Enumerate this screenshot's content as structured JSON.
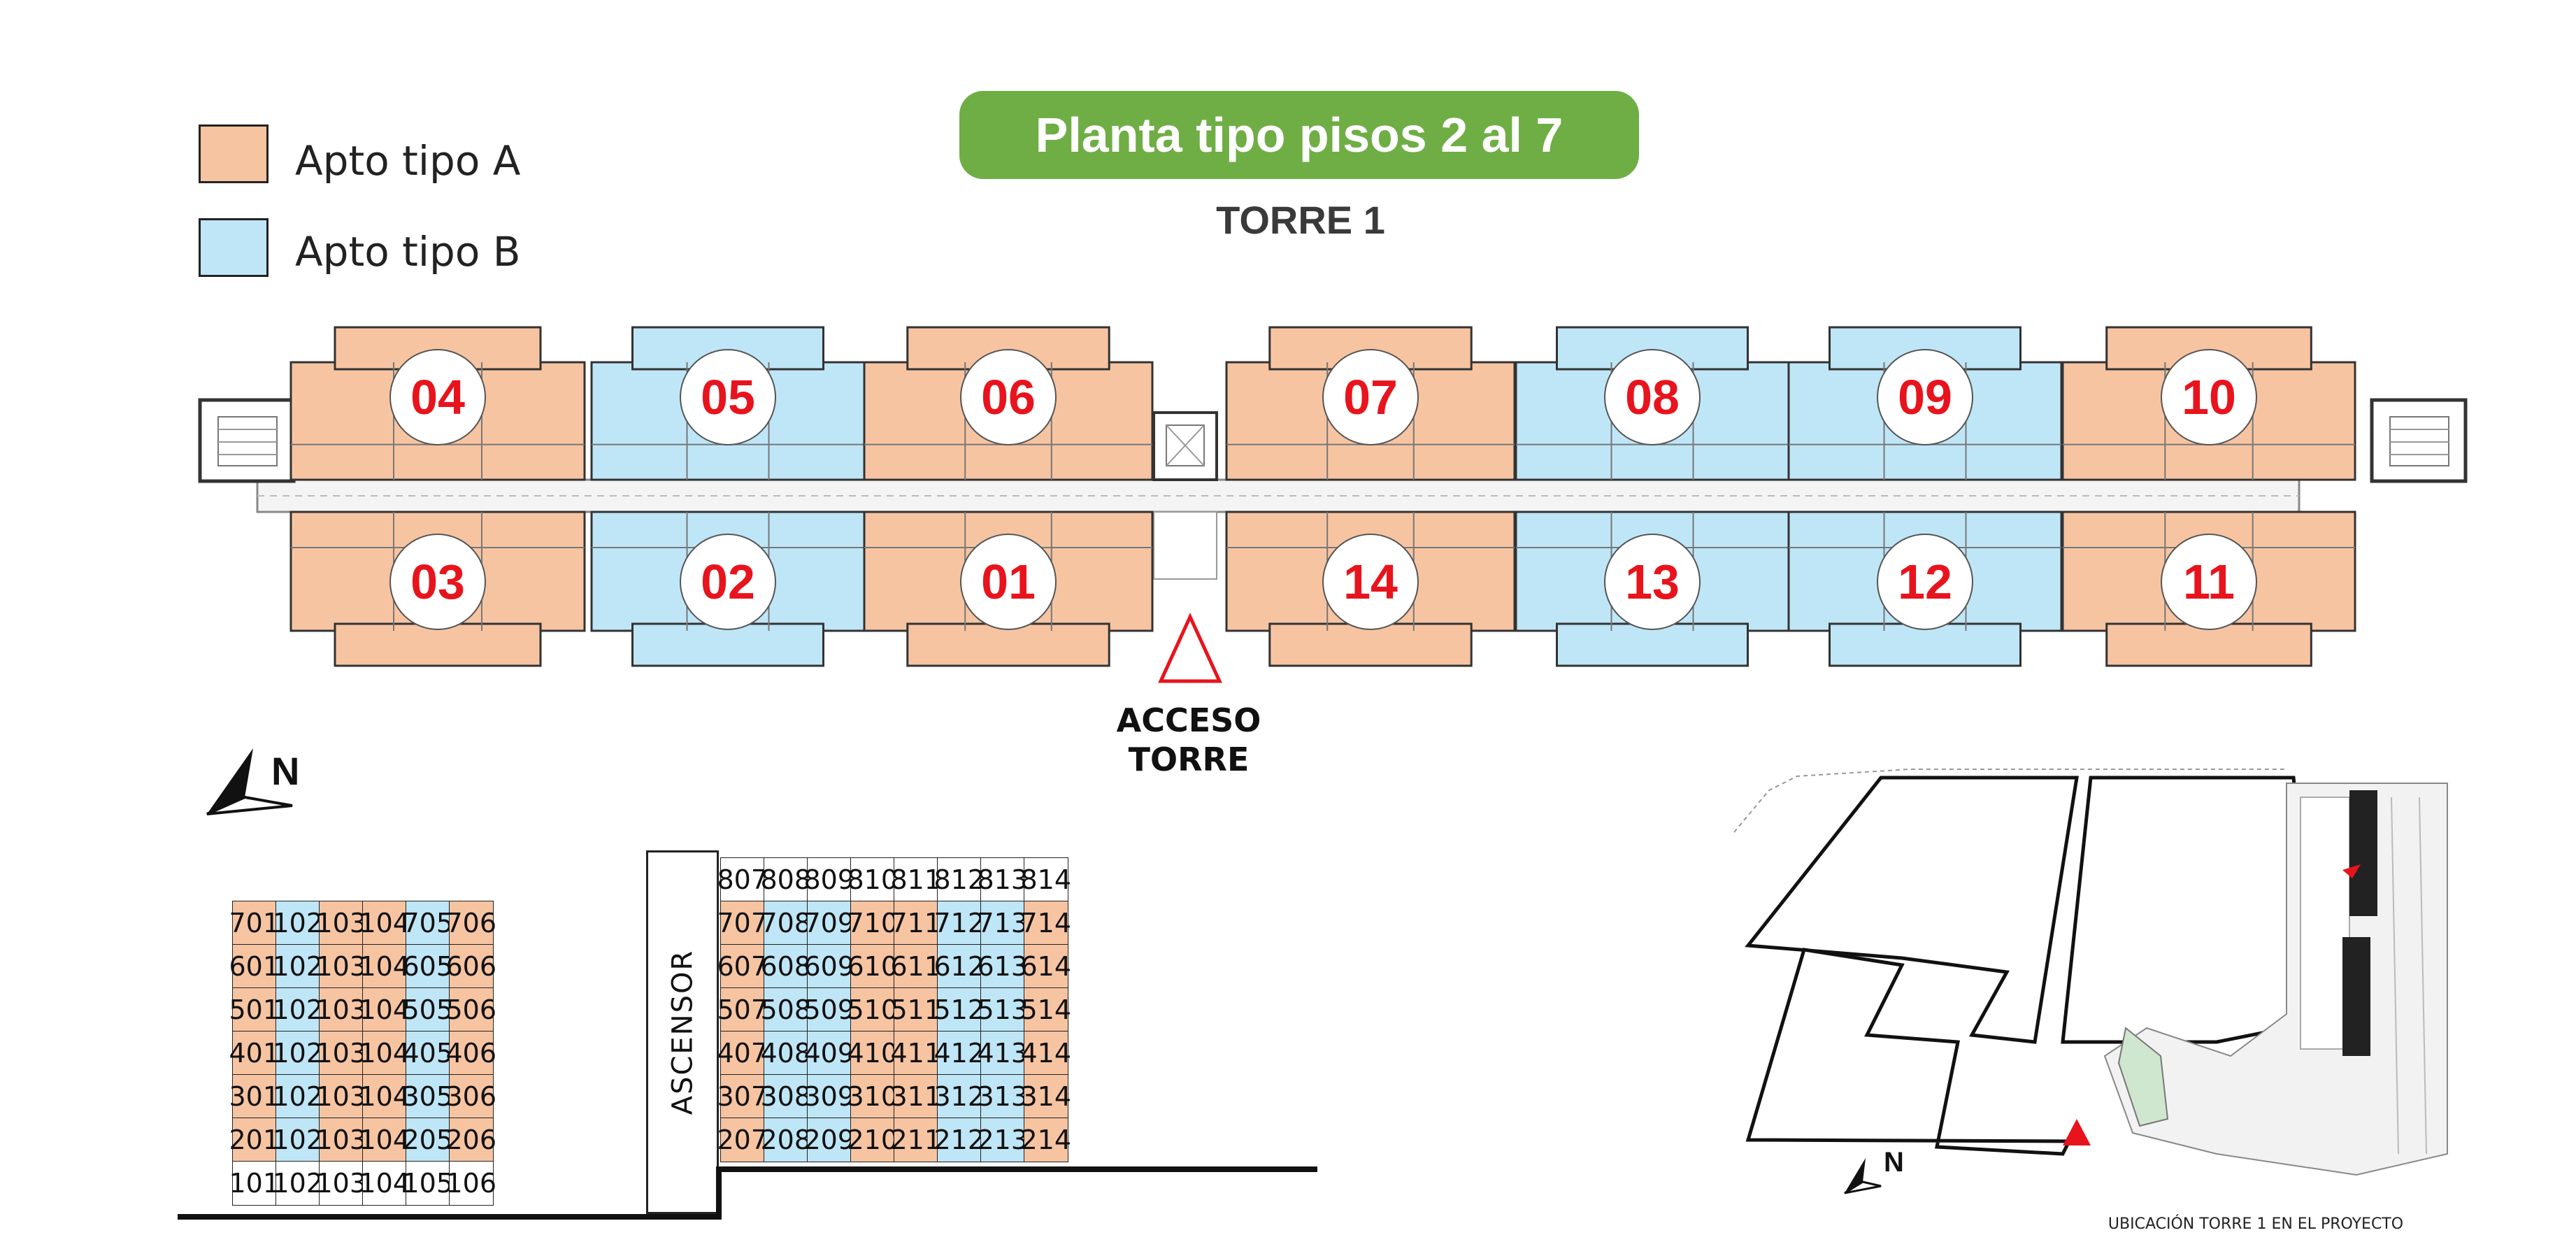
{
  "legend": {
    "items": [
      {
        "label": "Apto tipo A",
        "color": "#f7c4a2"
      },
      {
        "label": "Apto tipo B",
        "color": "#bfe6f7"
      }
    ]
  },
  "title": "Planta tipo pisos 2 al 7",
  "subtitle": "TORRE 1",
  "colors": {
    "type_a": "#f7c4a2",
    "type_b": "#bfe6f7",
    "title_bg": "#6fae45",
    "unit_number": "#e8141d",
    "access_marker": "#e8141d"
  },
  "floor_plan": {
    "top_units": [
      {
        "number": "04",
        "type": "A"
      },
      {
        "number": "05",
        "type": "B"
      },
      {
        "number": "06",
        "type": "A"
      },
      {
        "number": "07",
        "type": "A"
      },
      {
        "number": "08",
        "type": "B"
      },
      {
        "number": "09",
        "type": "B"
      },
      {
        "number": "10",
        "type": "A"
      }
    ],
    "bottom_units": [
      {
        "number": "03",
        "type": "A"
      },
      {
        "number": "02",
        "type": "B"
      },
      {
        "number": "01",
        "type": "A"
      },
      {
        "number": "14",
        "type": "A"
      },
      {
        "number": "13",
        "type": "B"
      },
      {
        "number": "12",
        "type": "B"
      },
      {
        "number": "11",
        "type": "A"
      }
    ],
    "access_label_line1": "ACCESO",
    "access_label_line2": "TORRE"
  },
  "north_label": "N",
  "ascensor_label": "ASCENSOR",
  "table_left": {
    "rows": [
      [
        {
          "v": "701",
          "t": "A"
        },
        {
          "v": "102",
          "t": "B"
        },
        {
          "v": "103",
          "t": "A"
        },
        {
          "v": "104",
          "t": "A"
        },
        {
          "v": "705",
          "t": "B"
        },
        {
          "v": "706",
          "t": "A"
        }
      ],
      [
        {
          "v": "601",
          "t": "A"
        },
        {
          "v": "102",
          "t": "B"
        },
        {
          "v": "103",
          "t": "A"
        },
        {
          "v": "104",
          "t": "A"
        },
        {
          "v": "605",
          "t": "B"
        },
        {
          "v": "606",
          "t": "A"
        }
      ],
      [
        {
          "v": "501",
          "t": "A"
        },
        {
          "v": "102",
          "t": "B"
        },
        {
          "v": "103",
          "t": "A"
        },
        {
          "v": "104",
          "t": "A"
        },
        {
          "v": "505",
          "t": "B"
        },
        {
          "v": "506",
          "t": "A"
        }
      ],
      [
        {
          "v": "401",
          "t": "A"
        },
        {
          "v": "102",
          "t": "B"
        },
        {
          "v": "103",
          "t": "A"
        },
        {
          "v": "104",
          "t": "A"
        },
        {
          "v": "405",
          "t": "B"
        },
        {
          "v": "406",
          "t": "A"
        }
      ],
      [
        {
          "v": "301",
          "t": "A"
        },
        {
          "v": "102",
          "t": "B"
        },
        {
          "v": "103",
          "t": "A"
        },
        {
          "v": "104",
          "t": "A"
        },
        {
          "v": "305",
          "t": "B"
        },
        {
          "v": "306",
          "t": "A"
        }
      ],
      [
        {
          "v": "201",
          "t": "A"
        },
        {
          "v": "102",
          "t": "B"
        },
        {
          "v": "103",
          "t": "A"
        },
        {
          "v": "104",
          "t": "A"
        },
        {
          "v": "205",
          "t": "B"
        },
        {
          "v": "206",
          "t": "A"
        }
      ],
      [
        {
          "v": "101",
          "t": "W"
        },
        {
          "v": "102",
          "t": "W"
        },
        {
          "v": "103",
          "t": "W"
        },
        {
          "v": "104",
          "t": "W"
        },
        {
          "v": "105",
          "t": "W"
        },
        {
          "v": "106",
          "t": "W"
        }
      ]
    ]
  },
  "table_right": {
    "rows": [
      [
        {
          "v": "807",
          "t": "W"
        },
        {
          "v": "808",
          "t": "W"
        },
        {
          "v": "809",
          "t": "W"
        },
        {
          "v": "810",
          "t": "W"
        },
        {
          "v": "811",
          "t": "W"
        },
        {
          "v": "812",
          "t": "W"
        },
        {
          "v": "813",
          "t": "W"
        },
        {
          "v": "814",
          "t": "W"
        }
      ],
      [
        {
          "v": "707",
          "t": "A"
        },
        {
          "v": "708",
          "t": "B"
        },
        {
          "v": "709",
          "t": "B"
        },
        {
          "v": "710",
          "t": "A"
        },
        {
          "v": "711",
          "t": "A"
        },
        {
          "v": "712",
          "t": "B"
        },
        {
          "v": "713",
          "t": "B"
        },
        {
          "v": "714",
          "t": "A"
        }
      ],
      [
        {
          "v": "607",
          "t": "A"
        },
        {
          "v": "608",
          "t": "B"
        },
        {
          "v": "609",
          "t": "B"
        },
        {
          "v": "610",
          "t": "A"
        },
        {
          "v": "611",
          "t": "A"
        },
        {
          "v": "612",
          "t": "B"
        },
        {
          "v": "613",
          "t": "B"
        },
        {
          "v": "614",
          "t": "A"
        }
      ],
      [
        {
          "v": "507",
          "t": "A"
        },
        {
          "v": "508",
          "t": "B"
        },
        {
          "v": "509",
          "t": "B"
        },
        {
          "v": "510",
          "t": "A"
        },
        {
          "v": "511",
          "t": "A"
        },
        {
          "v": "512",
          "t": "B"
        },
        {
          "v": "513",
          "t": "B"
        },
        {
          "v": "514",
          "t": "A"
        }
      ],
      [
        {
          "v": "407",
          "t": "A"
        },
        {
          "v": "408",
          "t": "B"
        },
        {
          "v": "409",
          "t": "B"
        },
        {
          "v": "410",
          "t": "A"
        },
        {
          "v": "411",
          "t": "A"
        },
        {
          "v": "412",
          "t": "B"
        },
        {
          "v": "413",
          "t": "B"
        },
        {
          "v": "414",
          "t": "A"
        }
      ],
      [
        {
          "v": "307",
          "t": "A"
        },
        {
          "v": "308",
          "t": "B"
        },
        {
          "v": "309",
          "t": "B"
        },
        {
          "v": "310",
          "t": "A"
        },
        {
          "v": "311",
          "t": "A"
        },
        {
          "v": "312",
          "t": "B"
        },
        {
          "v": "313",
          "t": "B"
        },
        {
          "v": "314",
          "t": "A"
        }
      ],
      [
        {
          "v": "207",
          "t": "A"
        },
        {
          "v": "208",
          "t": "B"
        },
        {
          "v": "209",
          "t": "B"
        },
        {
          "v": "210",
          "t": "A"
        },
        {
          "v": "211",
          "t": "A"
        },
        {
          "v": "212",
          "t": "B"
        },
        {
          "v": "213",
          "t": "B"
        },
        {
          "v": "214",
          "t": "A"
        }
      ]
    ]
  },
  "site_map": {
    "caption": "UBICACIÓN TORRE 1  EN EL PROYECTO"
  }
}
